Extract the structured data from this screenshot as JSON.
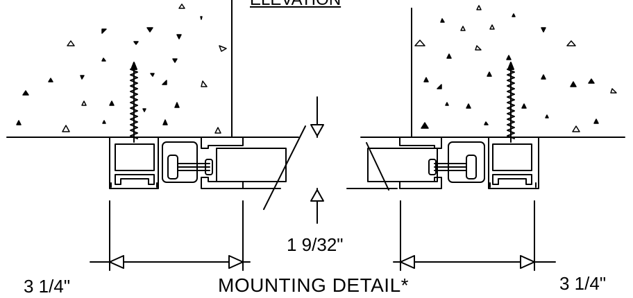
{
  "diagram": {
    "top_heading": "ELEVATION",
    "thickness_dimension": "1 9/32\"",
    "left_width_dimension": "3 1/4\"",
    "right_width_dimension": "3 1/4\"",
    "caption": "MOUNTING DETAIL*"
  },
  "style": {
    "line_color": "#000000",
    "background": "#ffffff"
  }
}
